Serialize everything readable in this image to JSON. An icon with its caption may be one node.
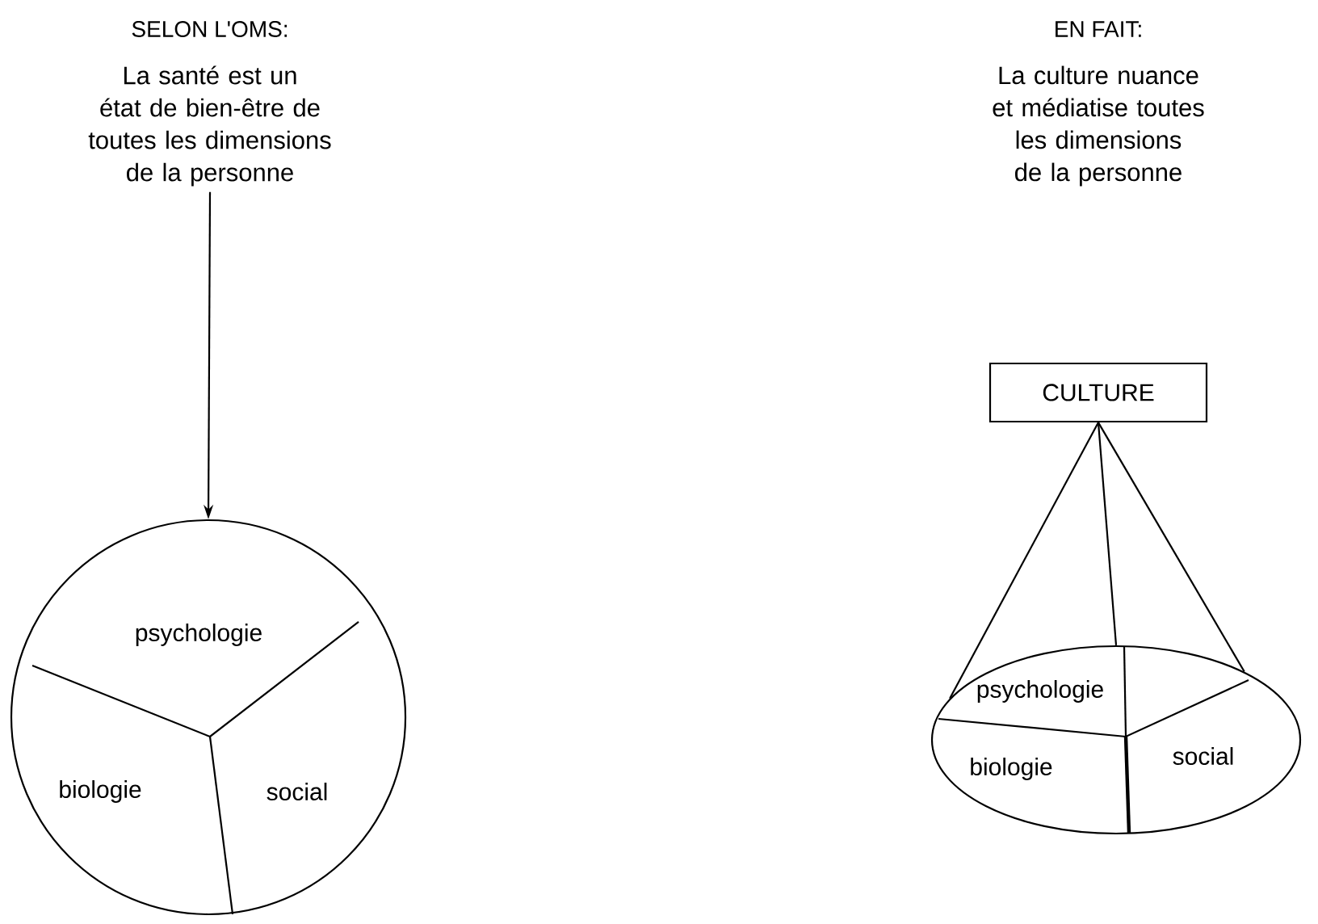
{
  "diagram": {
    "nodes": [
      {
        "text": [
          "SELON L'OMS:",
          "La santé est un état de bien-être de toutes les dimensions de la personne"
        ]
      },
      {
        "text": [],
        "shape": "circle"
      },
      {
        "text": [
          "psychologie"
        ],
        "in": 1
      },
      {
        "text": [
          "biologie"
        ],
        "in": 1
      },
      {
        "text": [
          "social"
        ],
        "in": 1
      },
      {
        "text": [
          "CULTURE"
        ]
      },
      {
        "text": [],
        "shape": "ellipse"
      },
      {
        "text": [
          "psychologie"
        ],
        "in": 6
      },
      {
        "text": [
          "biologie"
        ],
        "in": 6
      },
      {
        "text": [
          "social"
        ],
        "in": 6
      }
    ],
    "edges": [
      {
        "from": 0,
        "to": 1,
        "arrow": "to"
      },
      {
        "from": 5,
        "to": 6,
        "arrow": "none"
      },
      {
        "from": 5,
        "to": 6,
        "arrow": "none"
      },
      {
        "from": 5,
        "to": 6,
        "arrow": "none"
      }
    ],
    "labels": [
      "EN FAIT:",
      "La culture nuance et médiatise toutes les dimensions de la personne"
    ]
  }
}
